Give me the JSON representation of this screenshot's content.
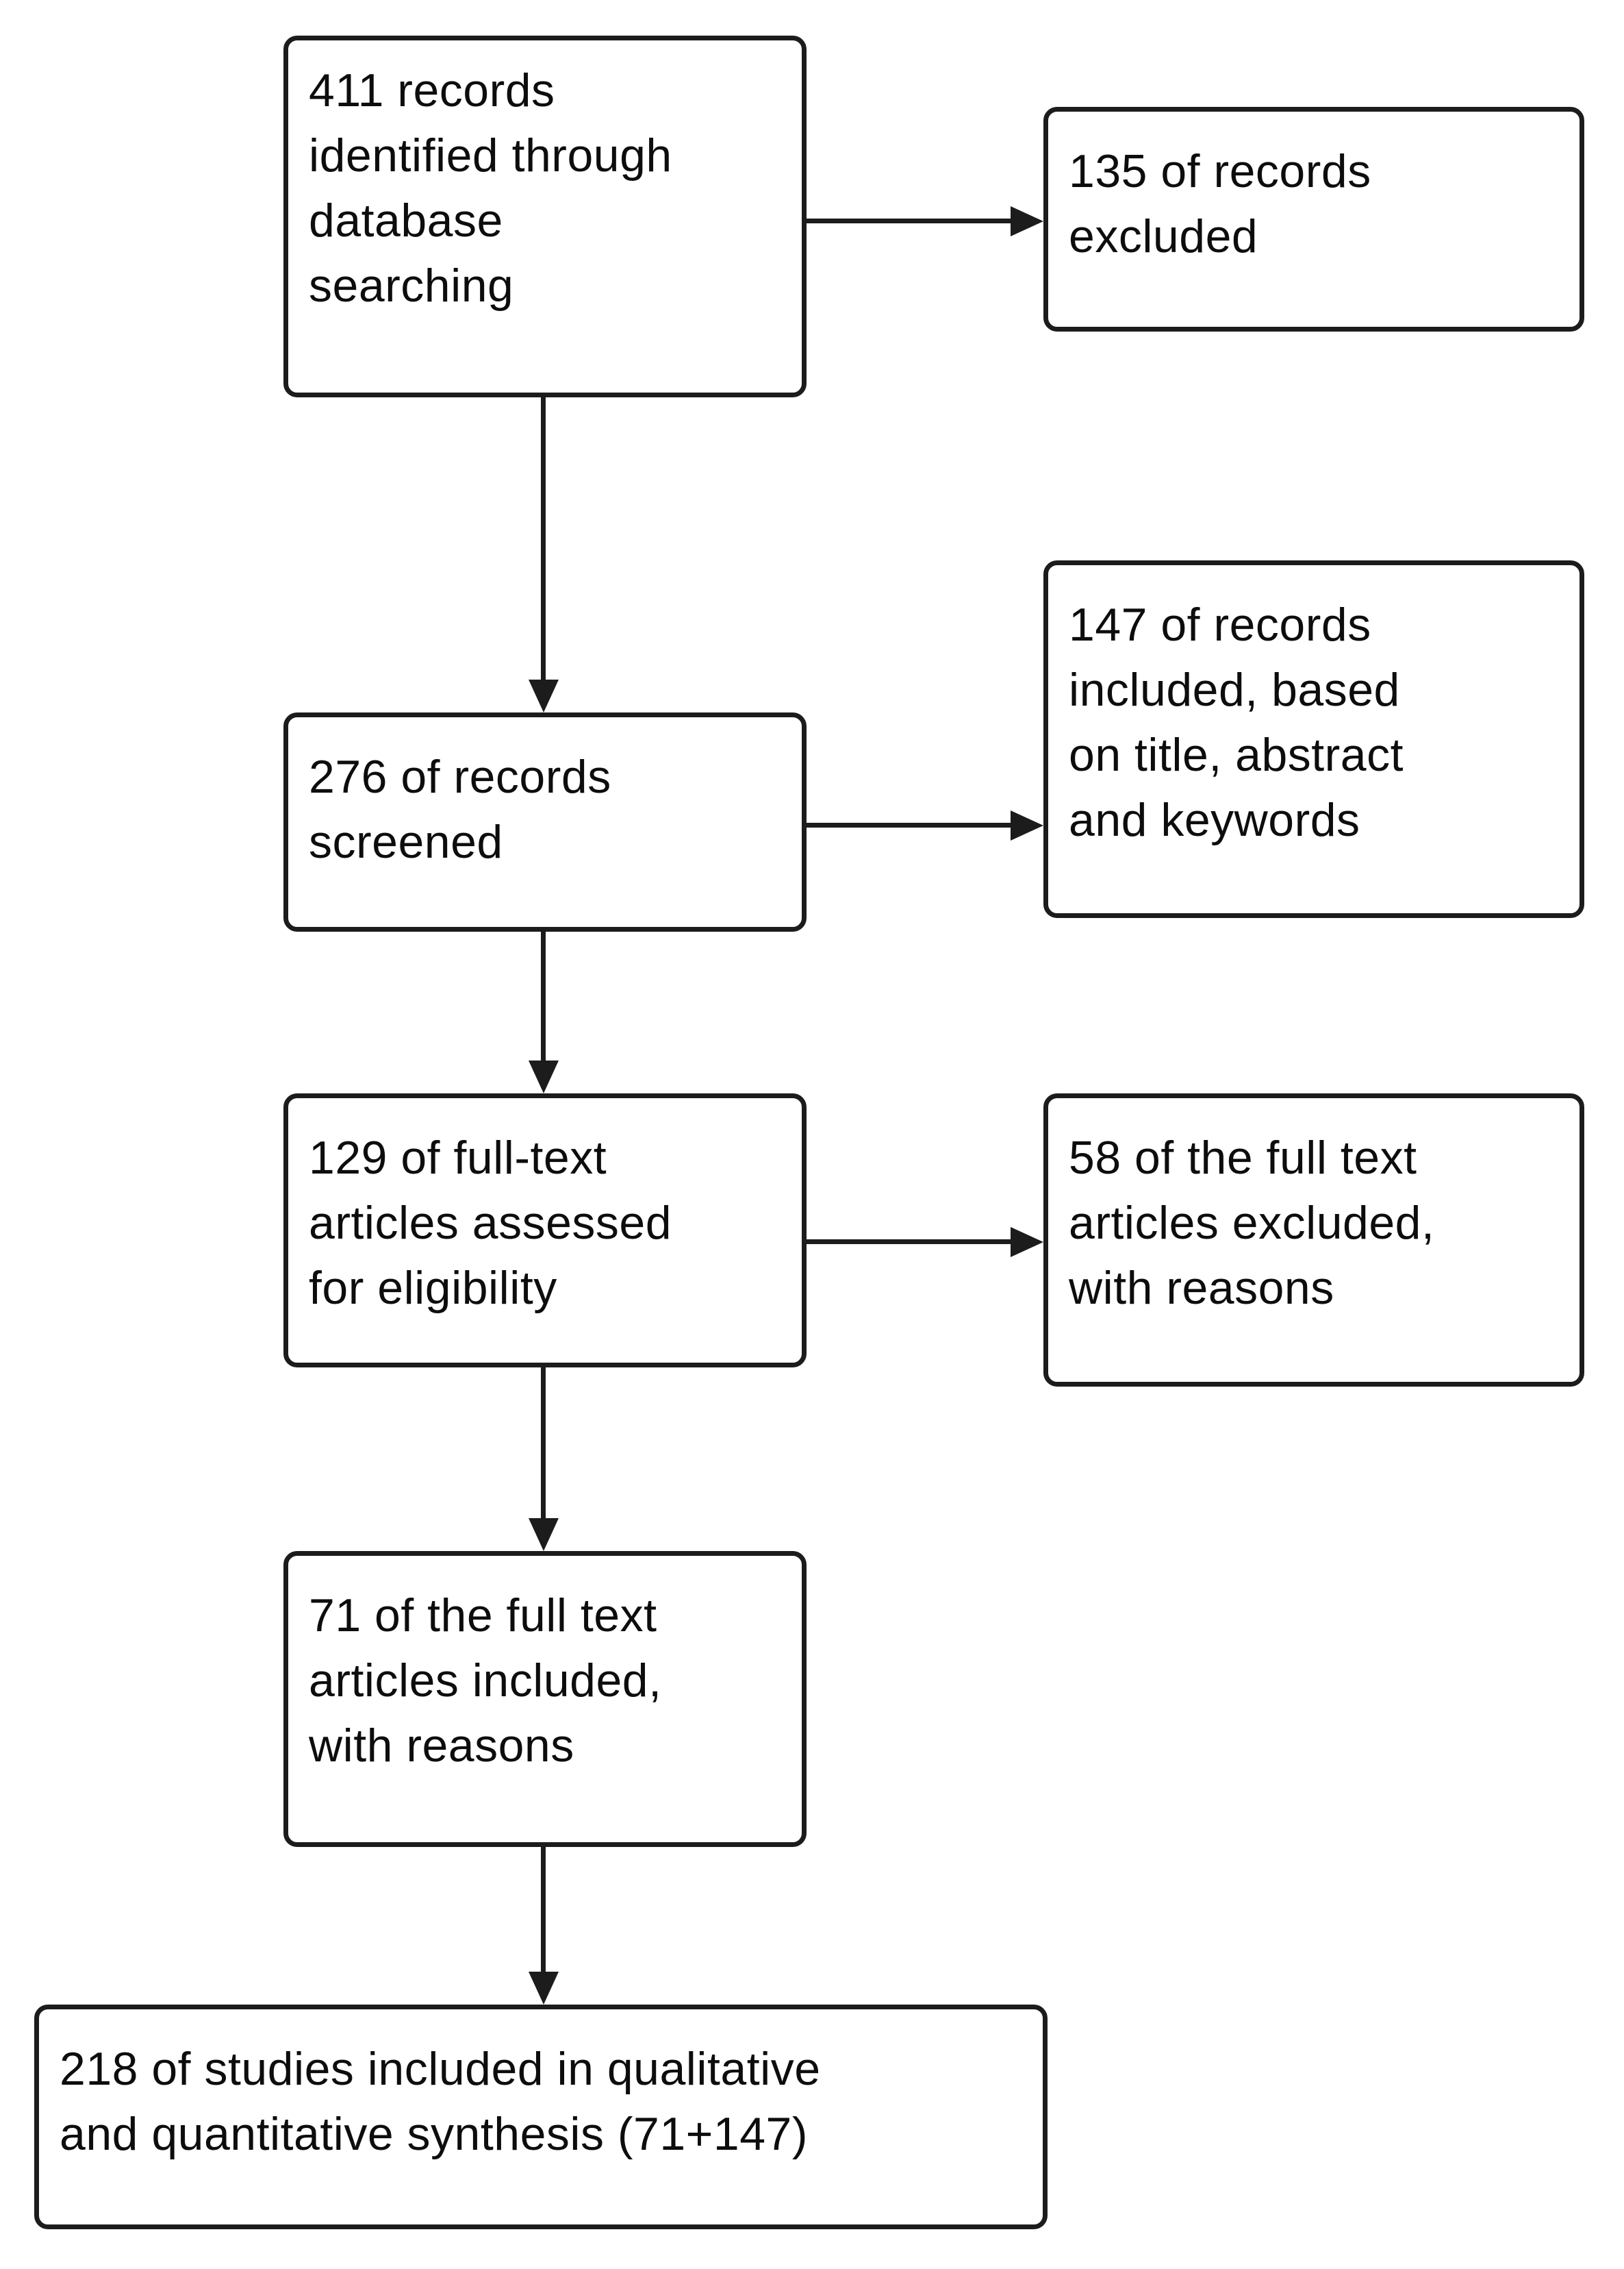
{
  "diagram": {
    "type": "flowchart",
    "boxes": {
      "identified": {
        "text": "411 records\nidentified through\ndatabase\nsearching"
      },
      "excluded": {
        "text": "135 of records\nexcluded"
      },
      "screened": {
        "text": "276 of records\nscreened"
      },
      "included_title": {
        "text": "147 of records\nincluded, based\non title, abstract\nand keywords"
      },
      "assessed": {
        "text": "129 of full-text\narticles assessed\nfor eligibility"
      },
      "fulltext_excluded": {
        "text": "58 of the full text\narticles excluded,\nwith reasons"
      },
      "fulltext_included": {
        "text": "71 of the full text\narticles included,\nwith reasons"
      },
      "synthesis": {
        "text": "218 of studies included in qualitative\nand quantitative synthesis (71+147)"
      }
    },
    "colors": {
      "line": "#1c1c1c",
      "text": "#0d0d0d",
      "background": "#ffffff"
    }
  }
}
